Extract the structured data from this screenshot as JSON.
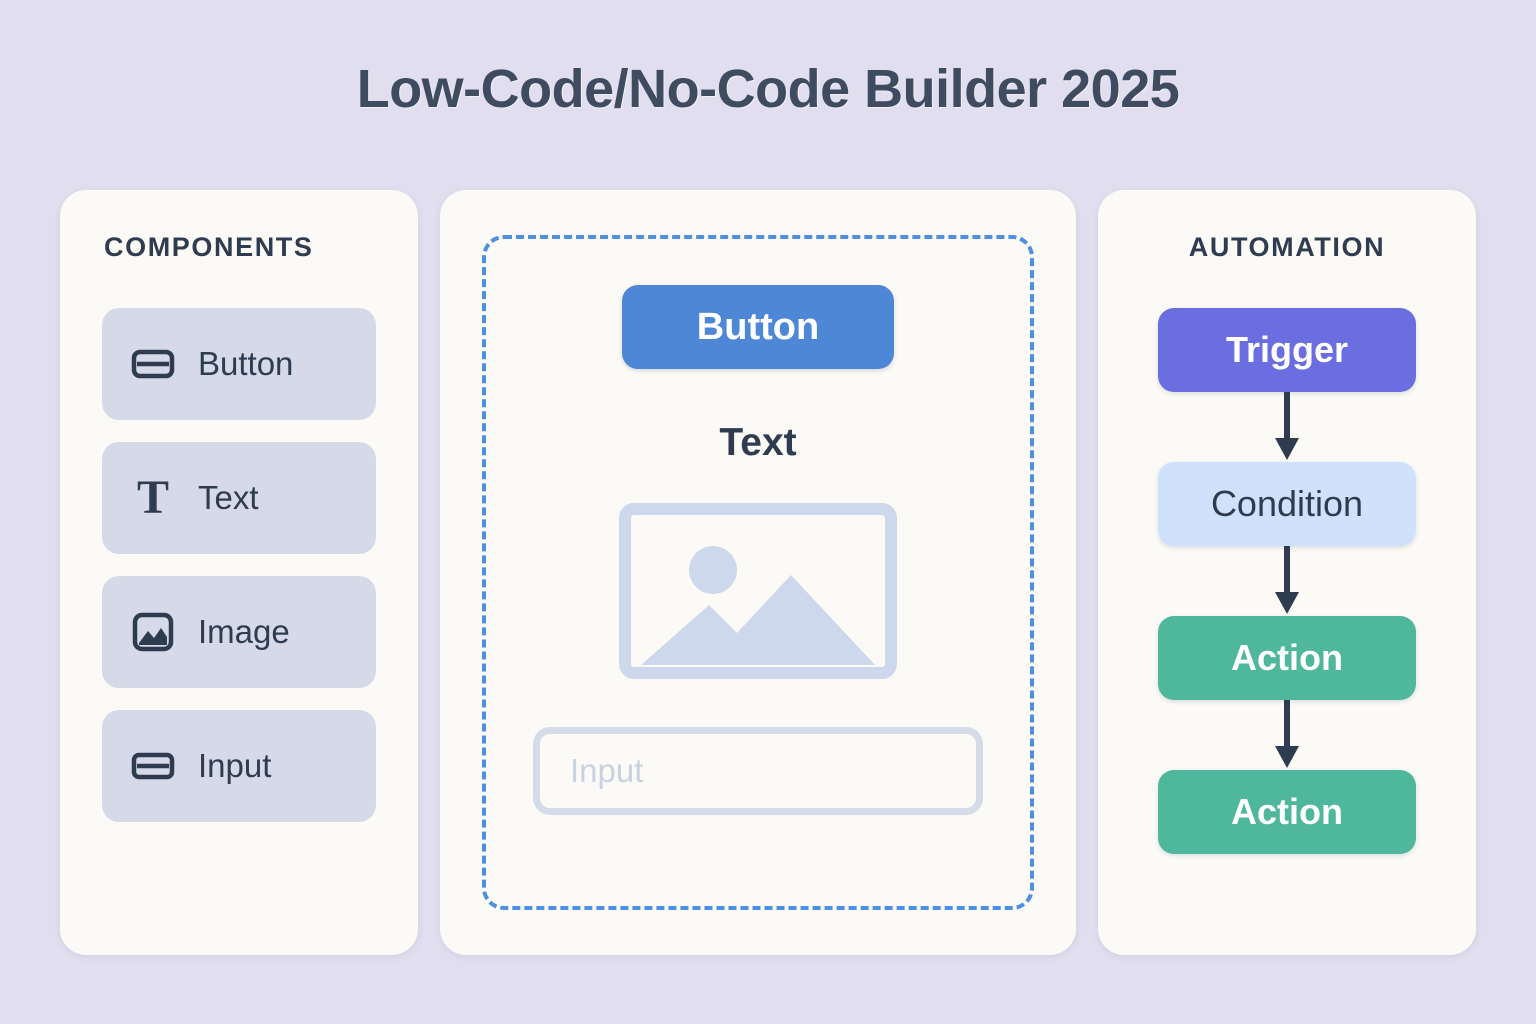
{
  "page": {
    "title": "Low-Code/No-Code Builder 2025",
    "background_color": "#e1deef",
    "panel_color": "#fbfaf6"
  },
  "components_panel": {
    "heading": "COMPONENTS",
    "items": [
      {
        "label": "Button",
        "icon": "button-block-icon"
      },
      {
        "label": "Text",
        "icon": "text-t-icon"
      },
      {
        "label": "Image",
        "icon": "image-picture-icon"
      },
      {
        "label": "Input",
        "icon": "input-field-icon"
      }
    ],
    "chip_color": "#d6dae8",
    "text_color": "#2f3c50"
  },
  "canvas_panel": {
    "dropzone_border_color": "#4f8fe0",
    "elements": {
      "button_label": "Button",
      "button_color": "#4d87d5",
      "text_label": "Text",
      "image_placeholder": "image-placeholder-icon",
      "input_placeholder": "Input",
      "input_border_color": "#d4dcea"
    }
  },
  "automation_panel": {
    "heading": "AUTOMATION",
    "nodes": [
      {
        "label": "Trigger",
        "type": "trigger",
        "color": "#6a6ee0"
      },
      {
        "label": "Condition",
        "type": "condition",
        "color": "#d0e2fb"
      },
      {
        "label": "Action",
        "type": "action",
        "color": "#4fb79b"
      },
      {
        "label": "Action",
        "type": "action",
        "color": "#4fb79b"
      }
    ],
    "arrow_color": "#2f3c50"
  }
}
